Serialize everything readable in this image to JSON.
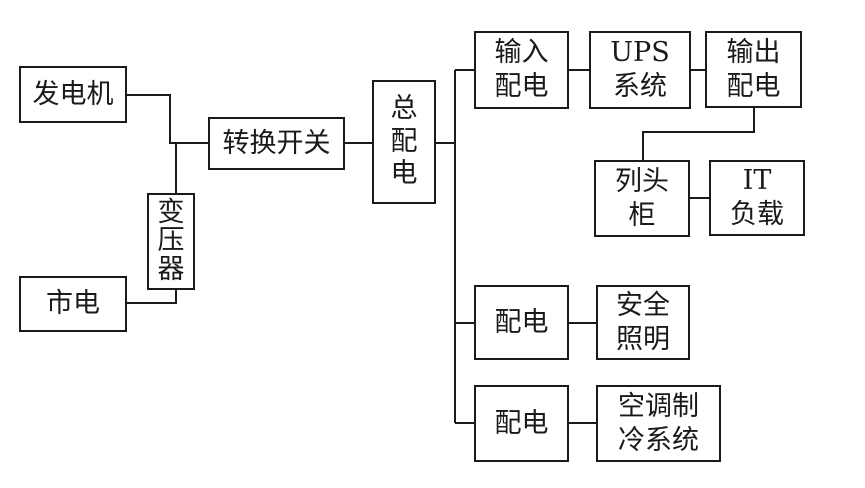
{
  "diagram": {
    "nodes": {
      "generator": "发电机",
      "grid": "市电",
      "transformer": "变\n压\n器",
      "transfer_switch": "转换开关",
      "main_distribution": "总\n配\n电",
      "input_distribution": "输入\n配电",
      "ups": "UPS\n系统",
      "output_distribution": "输出\n配电",
      "column_cabinet": "列头\n柜",
      "it_load": "IT\n负载",
      "distribution_lighting": "配电",
      "safety_lighting": "安全\n照明",
      "distribution_cooling": "配电",
      "cooling_system": "空调制\n冷系统"
    },
    "colors": {
      "line": "#1a1a1a",
      "box_border": "#1a1a1a",
      "background": "#ffffff"
    }
  }
}
